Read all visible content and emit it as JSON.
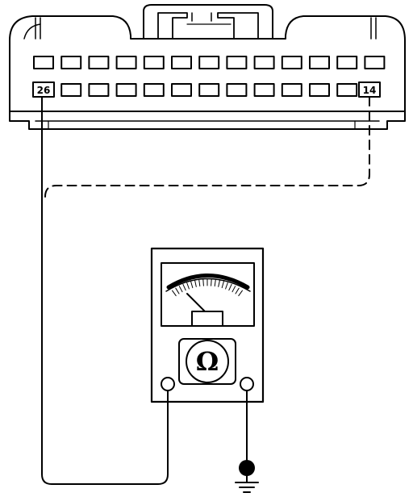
{
  "connector": {
    "pin_left_label": "26",
    "pin_right_label": "14",
    "top_row_cavities": 13,
    "bottom_row_cavities": 13
  },
  "meter": {
    "function_symbol": "Ω",
    "function_icon": "ohm-icon"
  },
  "wires": {
    "solid_lead": "pin-26-to-meter-left-terminal",
    "dashed_lead": "pin-14-harness-path",
    "ground_symbol": "ground-icon"
  }
}
